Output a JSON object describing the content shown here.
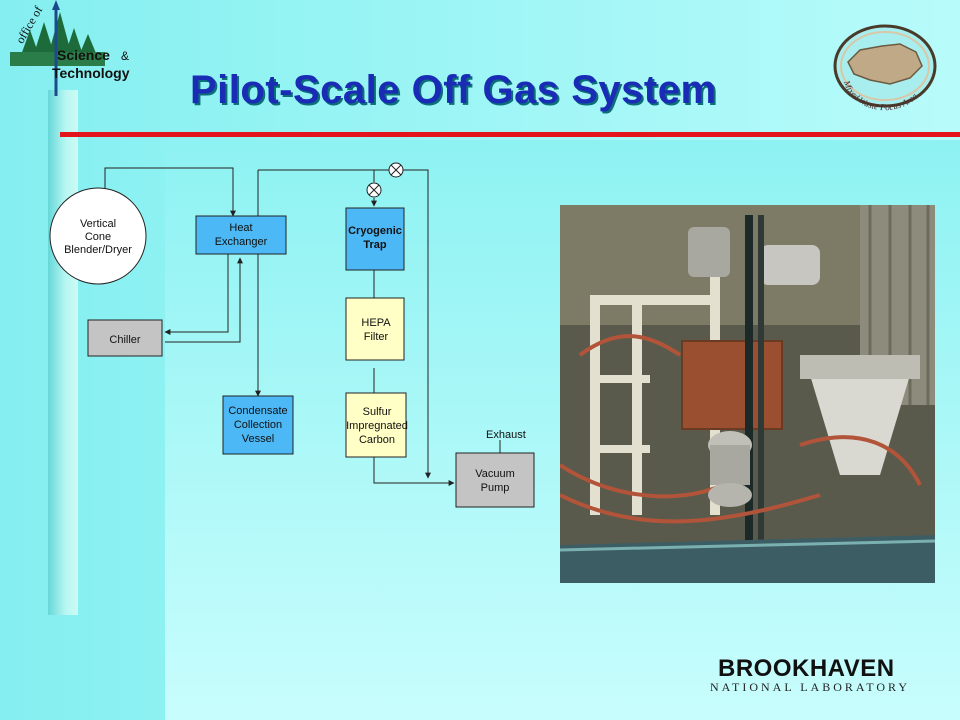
{
  "header": {
    "title": "Pilot-Scale Off Gas System"
  },
  "logos": {
    "ost": {
      "office_of": "office of",
      "science": "Science",
      "amp": "&",
      "technology": "Technology"
    },
    "mwfa": {
      "text": "Mixed Waste Focus Area"
    },
    "bnl": {
      "main": "BROOKHAVEN",
      "sub": "NATIONAL LABORATORY"
    }
  },
  "diagram": {
    "nodes": {
      "blender": [
        "Vertical",
        "Cone",
        "Blender/Dryer"
      ],
      "chiller": [
        "Chiller"
      ],
      "heat_exchanger": [
        "Heat",
        "Exchanger"
      ],
      "condensate": [
        "Condensate",
        "Collection",
        "Vessel"
      ],
      "cryogenic": [
        "Cryogenic",
        "Trap"
      ],
      "hepa": [
        "HEPA",
        "Filter"
      ],
      "sulfur": [
        "Sulfur",
        "Impregnated",
        "Carbon"
      ],
      "vacuum": [
        "Vacuum",
        "Pump"
      ]
    },
    "exhaust_label": "Exhaust",
    "colors": {
      "blue_box": "#4cb8f5",
      "yellow_box": "#ffffc6",
      "gray_box": "#c4c4c4",
      "line": "#222222"
    }
  },
  "colors": {
    "title": "#1a2bb6",
    "rule": "#e3141c",
    "background": "#8ef0f0"
  }
}
